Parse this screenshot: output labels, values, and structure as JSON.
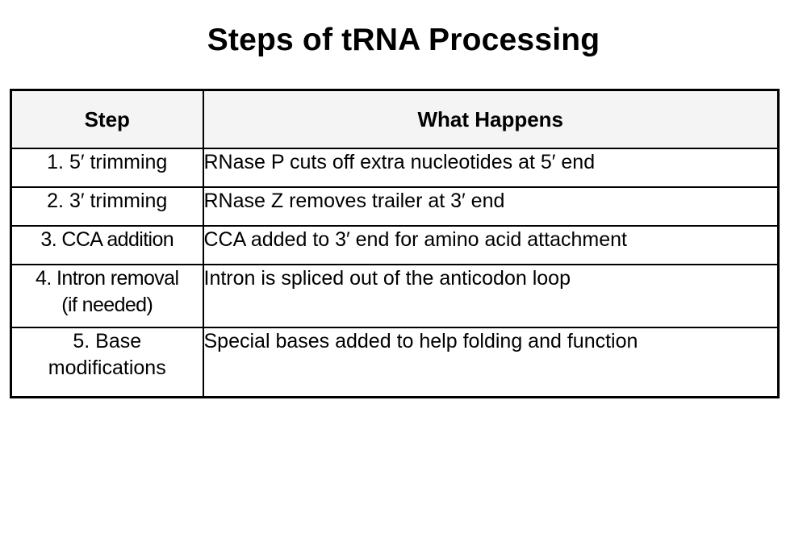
{
  "slide": {
    "title": "Steps of tRNA Processing",
    "background_color": "#ffffff",
    "text_color": "#000000"
  },
  "table": {
    "header_background_color": "#f4f4f4",
    "border_color": "#000000",
    "columns": [
      {
        "key": "step",
        "label": "Step"
      },
      {
        "key": "what",
        "label": "What Happens"
      }
    ],
    "rows": [
      {
        "step": "1. 5′ trimming",
        "what": "RNase P cuts off extra nucleotides at 5′ end"
      },
      {
        "step": "2. 3′ trimming",
        "what": "RNase Z removes trailer at 3′ end"
      },
      {
        "step": "3. CCA addition",
        "what": "CCA added to 3′ end for amino acid attachment"
      },
      {
        "step": "4. Intron removal\n(if needed)",
        "what": "Intron is spliced out of the anticodon loop"
      },
      {
        "step": "5. Base\nmodifications",
        "what": "Special bases added to help folding and function"
      }
    ]
  }
}
